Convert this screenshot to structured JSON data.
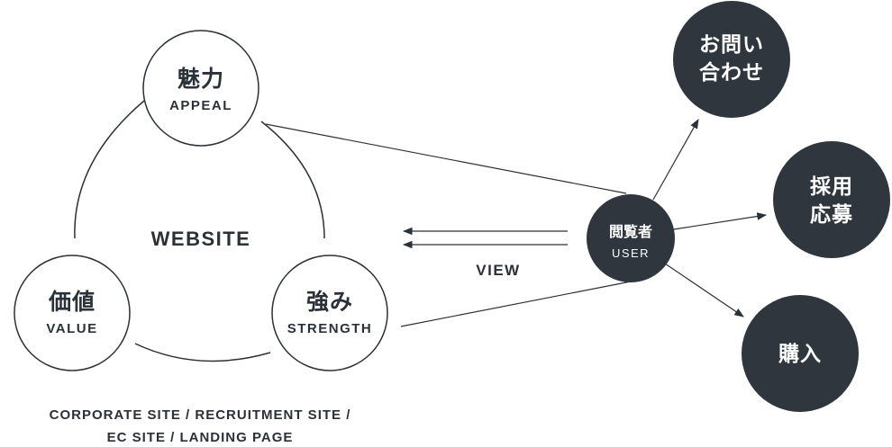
{
  "colors": {
    "ink": "#2b3138",
    "dark_fill": "#2f363d",
    "white": "#ffffff"
  },
  "website": {
    "label": "WEBSITE",
    "nodes": [
      {
        "jp": "魅力",
        "en": "APPEAL"
      },
      {
        "jp": "価値",
        "en": "VALUE"
      },
      {
        "jp": "強み",
        "en": "STRENGTH"
      }
    ]
  },
  "view_label": "VIEW",
  "user": {
    "jp": "閲覧者",
    "en": "USER"
  },
  "actions": [
    {
      "line1": "お問い",
      "line2": "合わせ"
    },
    {
      "line1": "採用",
      "line2": "応募"
    },
    {
      "line1": "購入",
      "line2": ""
    }
  ],
  "caption": {
    "line1": "CORPORATE SITE / RECRUITMENT SITE /",
    "line2": "EC SITE / LANDING PAGE"
  }
}
